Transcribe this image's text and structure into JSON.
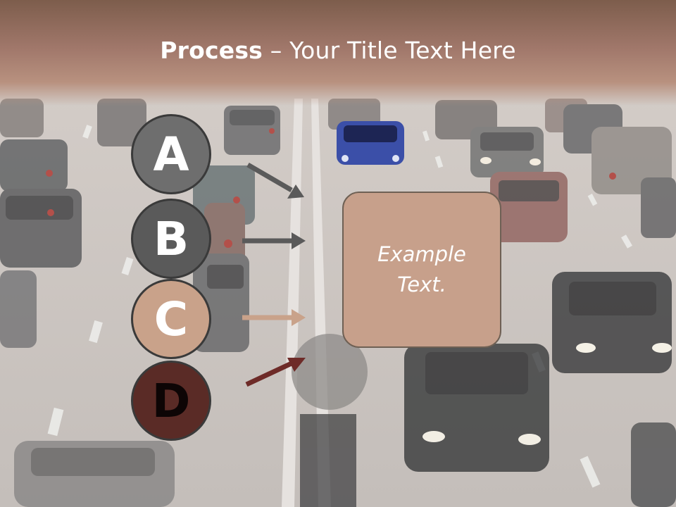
{
  "title": {
    "bold": "Process",
    "rest": " – Your Title Text Here"
  },
  "steps": [
    {
      "letter": "A",
      "color": "#6e6e6e"
    },
    {
      "letter": "B",
      "color": "#5a5a5a"
    },
    {
      "letter": "C",
      "color": "#c9a28a"
    },
    {
      "letter": "D",
      "color": "#5a2b26"
    }
  ],
  "box": {
    "text": "Example Text."
  },
  "arrow_colors": [
    "#5a5a5a",
    "#5a5a5a",
    "#c9a28a",
    "#6e2b28"
  ]
}
